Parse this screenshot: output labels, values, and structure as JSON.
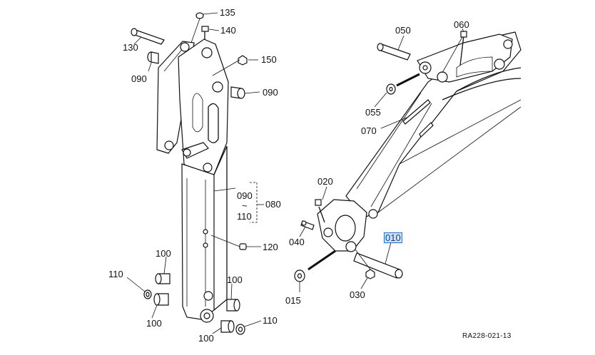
{
  "diagram": {
    "reference_code": "RA228-021-13",
    "selected_label": "010",
    "labels": {
      "p135": "135",
      "p140": "140",
      "p130": "130",
      "p150": "150",
      "p090a": "090",
      "p090b": "090",
      "p090c": "090",
      "tilde": "~",
      "p110a": "110",
      "p080": "080",
      "p120": "120",
      "p100a": "100",
      "p110b": "110",
      "p100b": "100",
      "p100c": "100",
      "p100d": "100",
      "p110c": "110",
      "p050": "050",
      "p060": "060",
      "p055": "055",
      "p070": "070",
      "p020": "020",
      "p040": "040",
      "p010": "010",
      "p015": "015",
      "p030": "030"
    }
  }
}
